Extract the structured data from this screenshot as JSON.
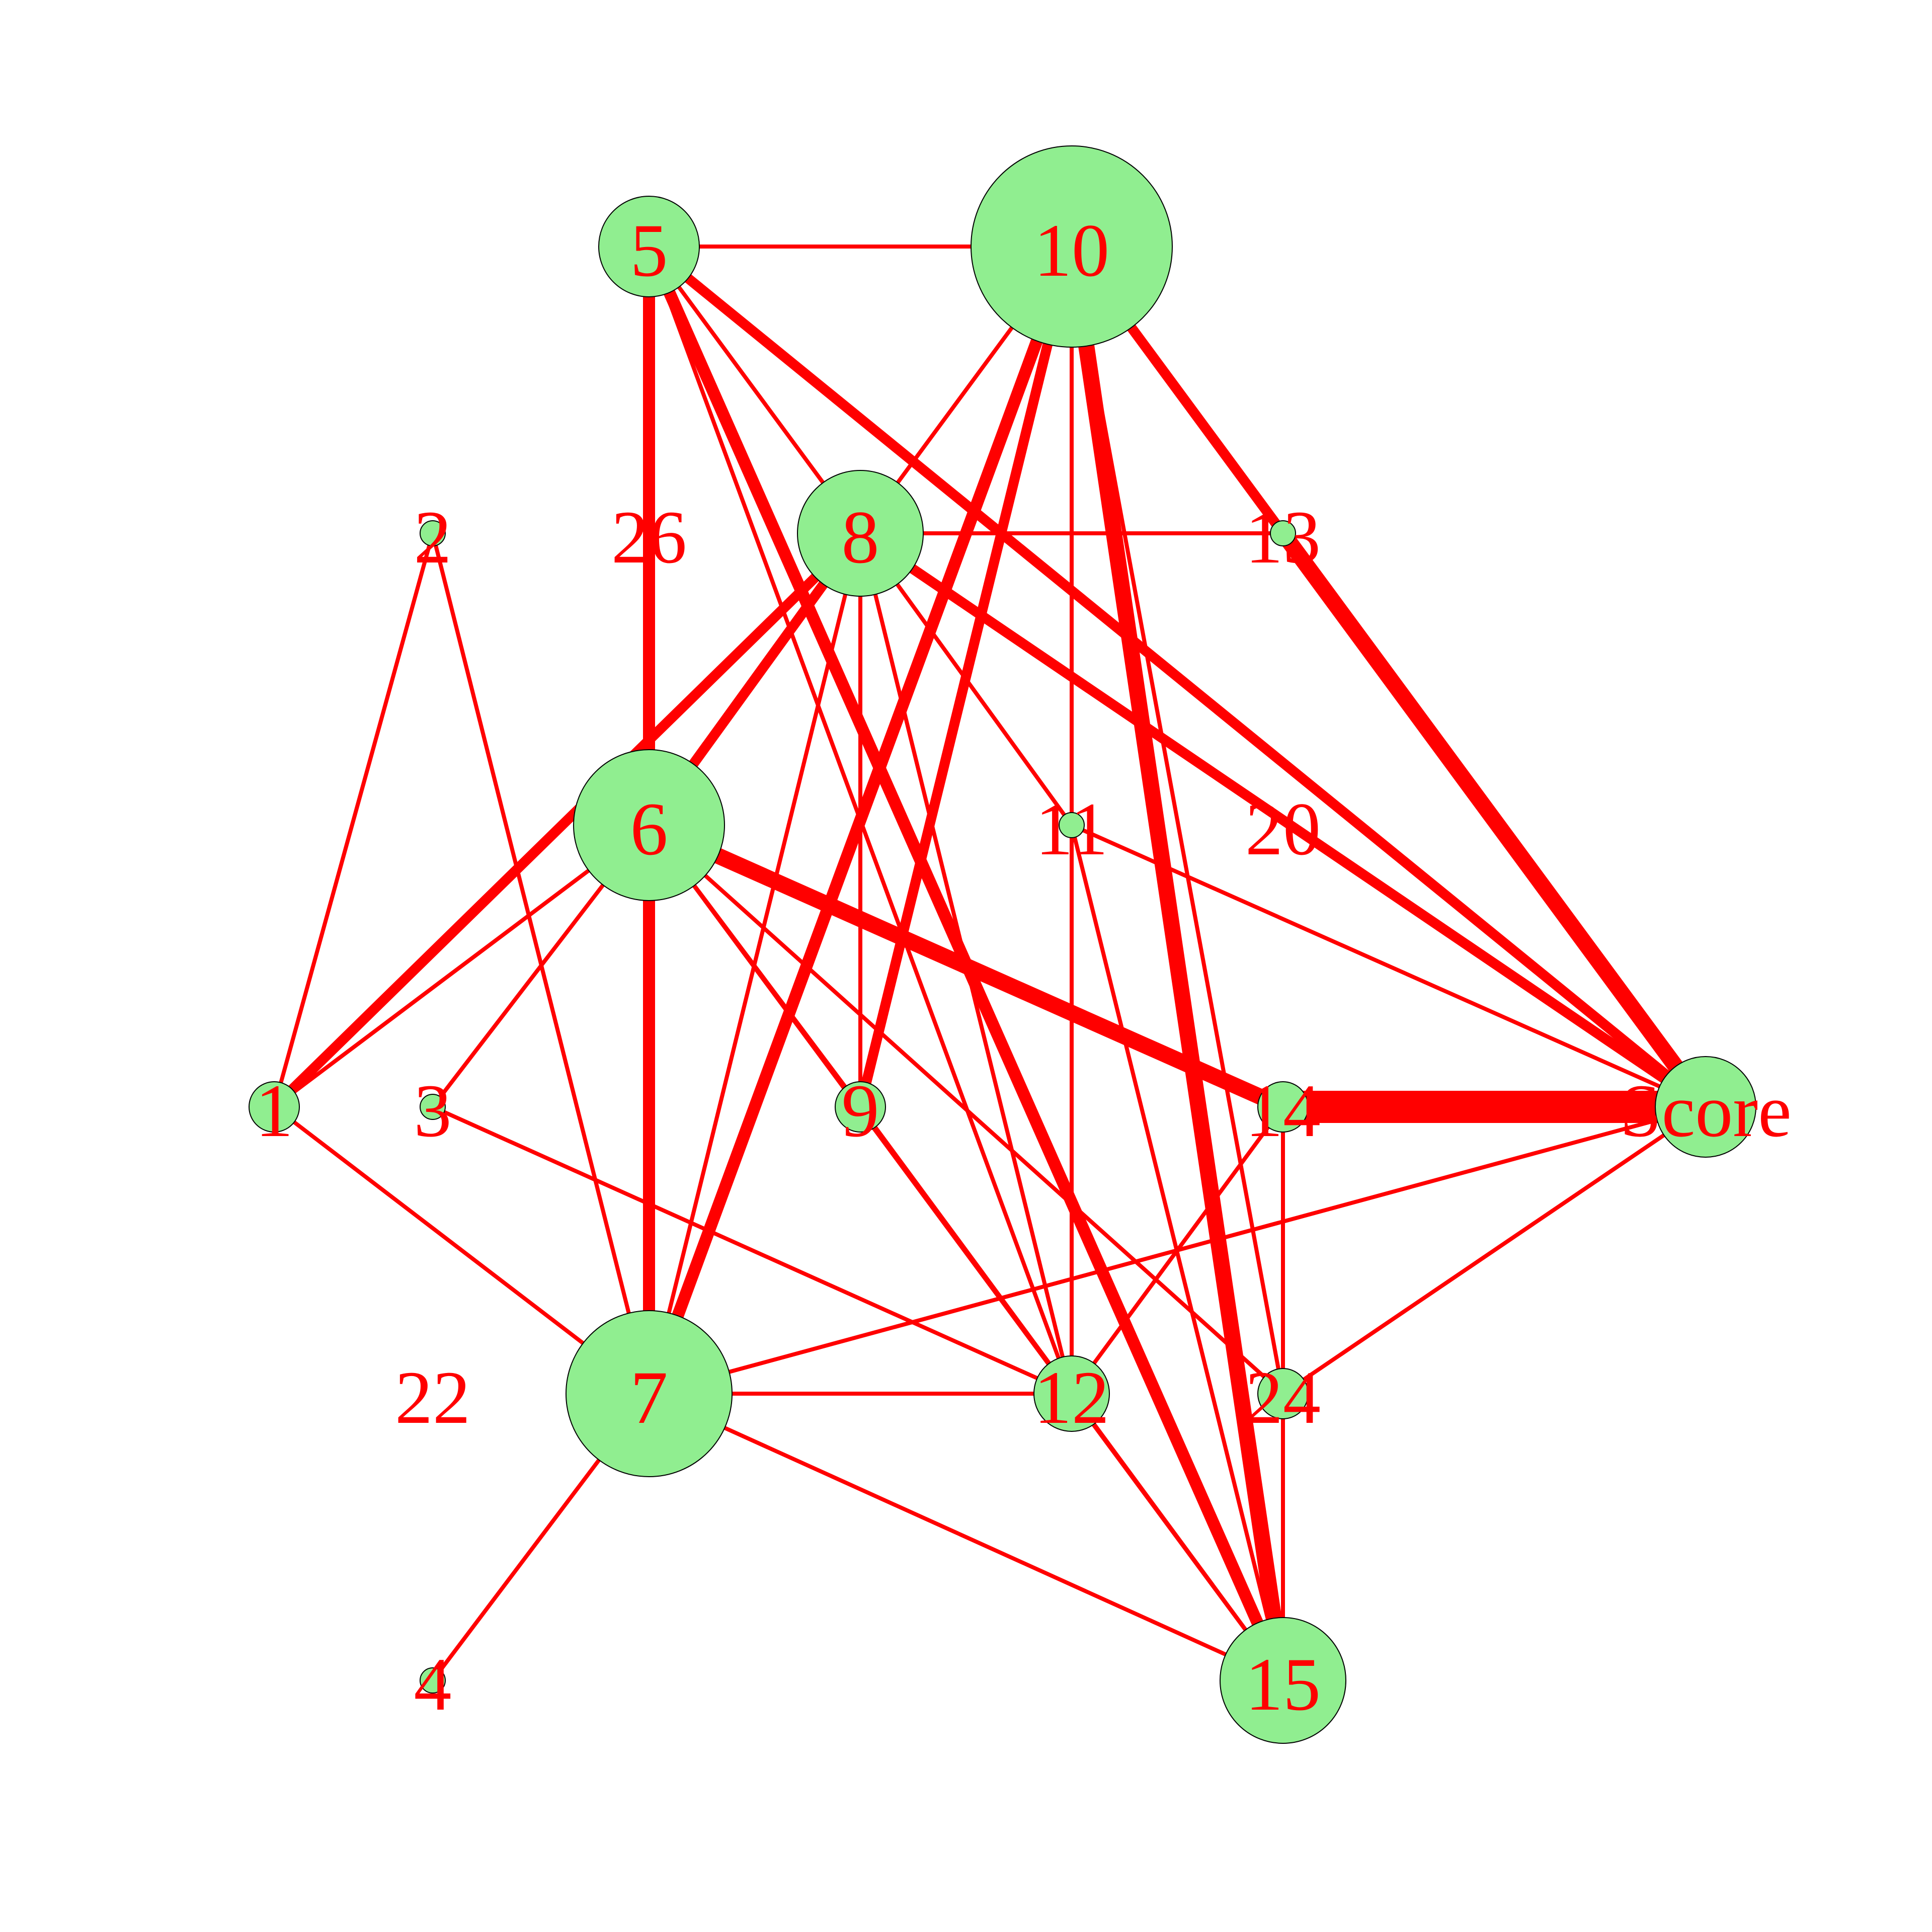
{
  "graph": {
    "colors": {
      "edge": "#ff0000",
      "node_fill": "#90ee90",
      "node_stroke": "#000000",
      "label": "#ff0000",
      "background": "#ffffff"
    },
    "nodes": [
      {
        "id": "5",
        "label": "5",
        "size": 2
      },
      {
        "id": "10",
        "label": "10",
        "size": 4
      },
      {
        "id": "2",
        "label": "2",
        "size": 0.5
      },
      {
        "id": "26",
        "label": "26",
        "size": 0
      },
      {
        "id": "8",
        "label": "8",
        "size": 2.5
      },
      {
        "id": "13",
        "label": "13",
        "size": 0.5
      },
      {
        "id": "6",
        "label": "6",
        "size": 3
      },
      {
        "id": "11",
        "label": "11",
        "size": 0.5
      },
      {
        "id": "20",
        "label": "20",
        "size": 0
      },
      {
        "id": "1",
        "label": "1",
        "size": 1
      },
      {
        "id": "3",
        "label": "3",
        "size": 0.5
      },
      {
        "id": "9",
        "label": "9",
        "size": 1
      },
      {
        "id": "14",
        "label": "14",
        "size": 1
      },
      {
        "id": "Score",
        "label": "Score",
        "size": 2
      },
      {
        "id": "22",
        "label": "22",
        "size": 0
      },
      {
        "id": "7",
        "label": "7",
        "size": 3.3
      },
      {
        "id": "12",
        "label": "12",
        "size": 1.5
      },
      {
        "id": "24",
        "label": "24",
        "size": 1
      },
      {
        "id": "4",
        "label": "4",
        "size": 0.5
      },
      {
        "id": "15",
        "label": "15",
        "size": 2.5
      }
    ],
    "edges": [
      {
        "source": "5",
        "target": "10",
        "weight": 1
      },
      {
        "source": "5",
        "target": "6",
        "weight": 3
      },
      {
        "source": "5",
        "target": "8",
        "weight": 1
      },
      {
        "source": "5",
        "target": "Score",
        "weight": 2.5
      },
      {
        "source": "5",
        "target": "15",
        "weight": 3
      },
      {
        "source": "5",
        "target": "12",
        "weight": 1
      },
      {
        "source": "10",
        "target": "8",
        "weight": 1
      },
      {
        "source": "10",
        "target": "Score",
        "weight": 2.5
      },
      {
        "source": "10",
        "target": "7",
        "weight": 3
      },
      {
        "source": "10",
        "target": "9",
        "weight": 2.5
      },
      {
        "source": "10",
        "target": "12",
        "weight": 1
      },
      {
        "source": "10",
        "target": "15",
        "weight": 4
      },
      {
        "source": "10",
        "target": "24",
        "weight": 1
      },
      {
        "source": "2",
        "target": "1",
        "weight": 1
      },
      {
        "source": "2",
        "target": "7",
        "weight": 1
      },
      {
        "source": "8",
        "target": "13",
        "weight": 1
      },
      {
        "source": "8",
        "target": "6",
        "weight": 2.5
      },
      {
        "source": "8",
        "target": "1",
        "weight": 2.5
      },
      {
        "source": "8",
        "target": "Score",
        "weight": 2.5
      },
      {
        "source": "8",
        "target": "9",
        "weight": 1
      },
      {
        "source": "8",
        "target": "7",
        "weight": 1
      },
      {
        "source": "8",
        "target": "12",
        "weight": 1
      },
      {
        "source": "8",
        "target": "11",
        "weight": 1
      },
      {
        "source": "13",
        "target": "Score",
        "weight": 4
      },
      {
        "source": "6",
        "target": "7",
        "weight": 3
      },
      {
        "source": "6",
        "target": "1",
        "weight": 1
      },
      {
        "source": "6",
        "target": "3",
        "weight": 1
      },
      {
        "source": "6",
        "target": "14",
        "weight": 4
      },
      {
        "source": "6",
        "target": "9",
        "weight": 1
      },
      {
        "source": "6",
        "target": "24",
        "weight": 1
      },
      {
        "source": "6",
        "target": "15",
        "weight": 1
      },
      {
        "source": "11",
        "target": "Score",
        "weight": 1
      },
      {
        "source": "11",
        "target": "15",
        "weight": 1
      },
      {
        "source": "1",
        "target": "7",
        "weight": 1
      },
      {
        "source": "3",
        "target": "12",
        "weight": 1
      },
      {
        "source": "9",
        "target": "12",
        "weight": 1
      },
      {
        "source": "14",
        "target": "Score",
        "weight": 8
      },
      {
        "source": "14",
        "target": "15",
        "weight": 1
      },
      {
        "source": "14",
        "target": "12",
        "weight": 1
      },
      {
        "source": "Score",
        "target": "7",
        "weight": 1
      },
      {
        "source": "Score",
        "target": "24",
        "weight": 1
      },
      {
        "source": "7",
        "target": "12",
        "weight": 1
      },
      {
        "source": "7",
        "target": "4",
        "weight": 1
      },
      {
        "source": "7",
        "target": "15",
        "weight": 1
      },
      {
        "source": "12",
        "target": "15",
        "weight": 1
      }
    ]
  }
}
